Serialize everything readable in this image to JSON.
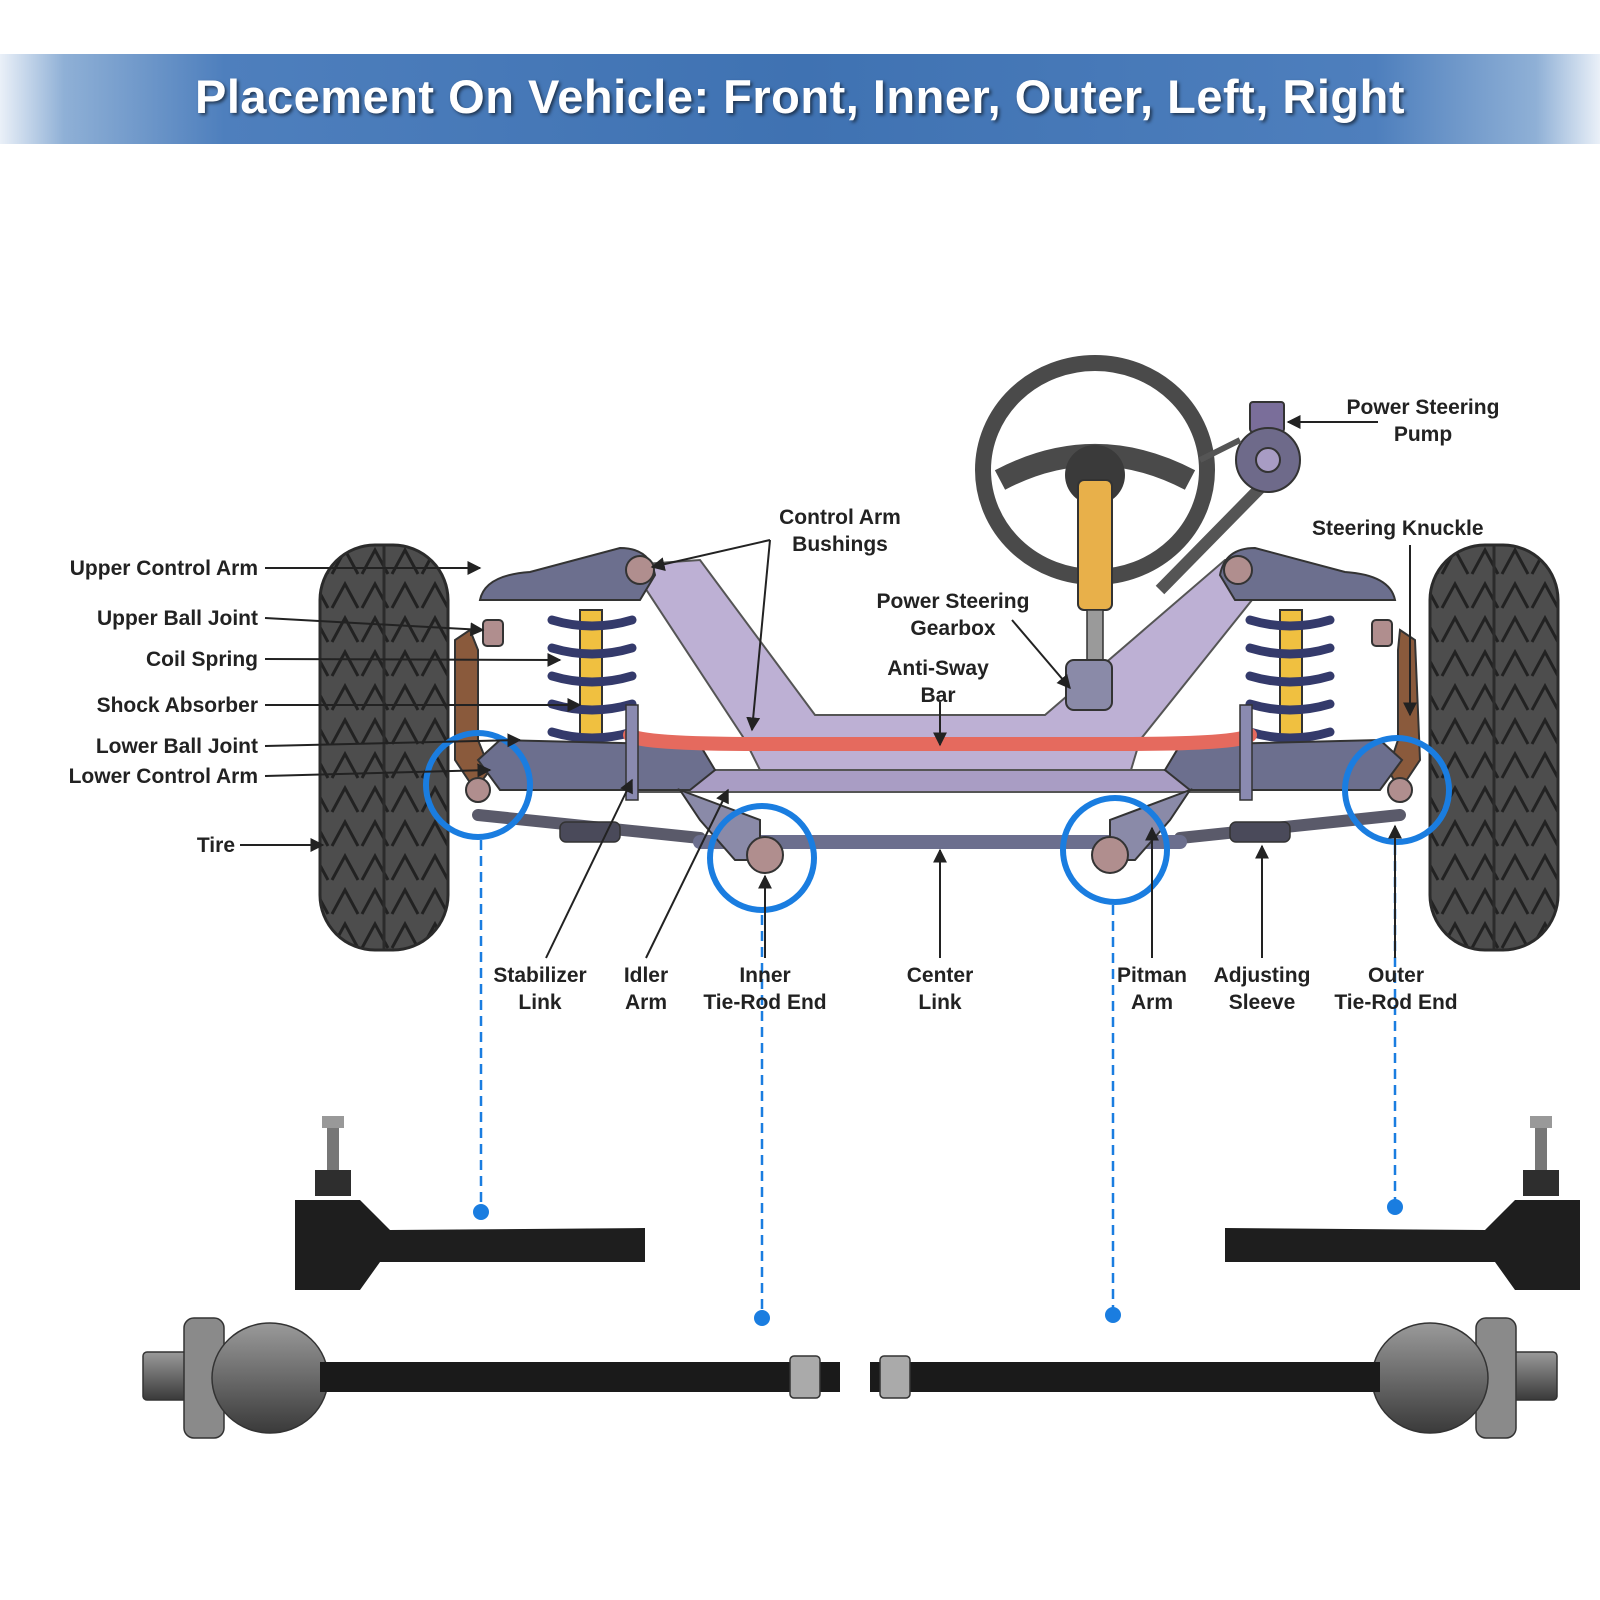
{
  "title": "Placement On Vehicle: Front, Inner, Outer, Left, Right",
  "colors": {
    "banner": "#3f72b2",
    "highlight": "#1a7de0",
    "frame": "#bdb0d4",
    "arm": "#6c6f8e",
    "sway_bar": "#e56a5e",
    "tire": "#4a4a4a",
    "spring": "#343a6b",
    "shock": "#f0c040",
    "knuckle": "#8a5a3c"
  },
  "labels": {
    "upper_control_arm": "Upper Control Arm",
    "upper_ball_joint": "Upper Ball Joint",
    "coil_spring": "Coil Spring",
    "shock_absorber": "Shock Absorber",
    "lower_ball_joint": "Lower Ball Joint",
    "lower_control_arm": "Lower Control Arm",
    "tire": "Tire",
    "control_arm_bushings": [
      "Control Arm",
      "Bushings"
    ],
    "power_steering_gearbox": [
      "Power Steering",
      "Gearbox"
    ],
    "anti_sway_bar": [
      "Anti-Sway",
      "Bar"
    ],
    "power_steering_pump": [
      "Power Steering",
      "Pump"
    ],
    "steering_knuckle": "Steering Knuckle",
    "stabilizer_link": [
      "Stabilizer",
      "Link"
    ],
    "idler_arm": [
      "Idler",
      "Arm"
    ],
    "inner_tie_rod_end": [
      "Inner",
      "Tie-Rod End"
    ],
    "center_link": [
      "Center",
      "Link"
    ],
    "pitman_arm": [
      "Pitman",
      "Arm"
    ],
    "adjusting_sleeve": [
      "Adjusting",
      "Sleeve"
    ],
    "outer_tie_rod_end": [
      "Outer",
      "Tie-Rod End"
    ]
  },
  "icons": [
    "steering-wheel-icon",
    "tire-icon",
    "coil-spring-icon",
    "shock-absorber-icon",
    "outer-tie-rod-end-icon",
    "inner-tie-rod-icon"
  ]
}
